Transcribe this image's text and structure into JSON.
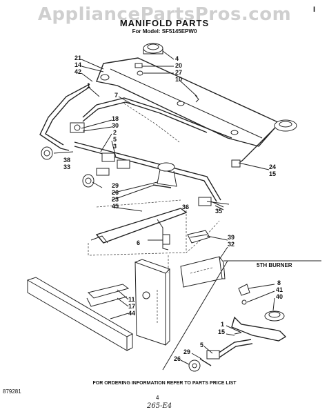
{
  "watermark": "AppliancePartsPros.com",
  "corner_mark": "I",
  "title": "MANIFOLD PARTS",
  "model_line": "For Model: SF5145EPW0",
  "section_label": "5TH BURNER",
  "callouts": {
    "c21": "21",
    "c14": "14",
    "c42": "42",
    "c1a": "1",
    "c7": "7",
    "c4": "4",
    "c20": "20",
    "c27": "27",
    "c10": "10",
    "c18": "18",
    "c30": "30",
    "c2": "2",
    "c5a": "5",
    "c3": "3",
    "c38": "38",
    "c33": "33",
    "c29a": "29",
    "c26a": "26",
    "c23": "23",
    "c45": "45",
    "c24": "24",
    "c15a": "15",
    "c36": "36",
    "c35": "35",
    "c6": "6",
    "c39": "39",
    "c32": "32",
    "c11": "11",
    "c17": "17",
    "c44": "44",
    "c8": "8",
    "c41": "41",
    "c40": "40",
    "c1b": "1",
    "c15b": "15",
    "c5b": "5",
    "c29b": "29",
    "c26b": "26"
  },
  "footer": "FOR ORDERING INFORMATION REFER TO PARTS PRICE LIST",
  "doc_number": "879281",
  "page_number": "4",
  "handwritten": "265-E4"
}
